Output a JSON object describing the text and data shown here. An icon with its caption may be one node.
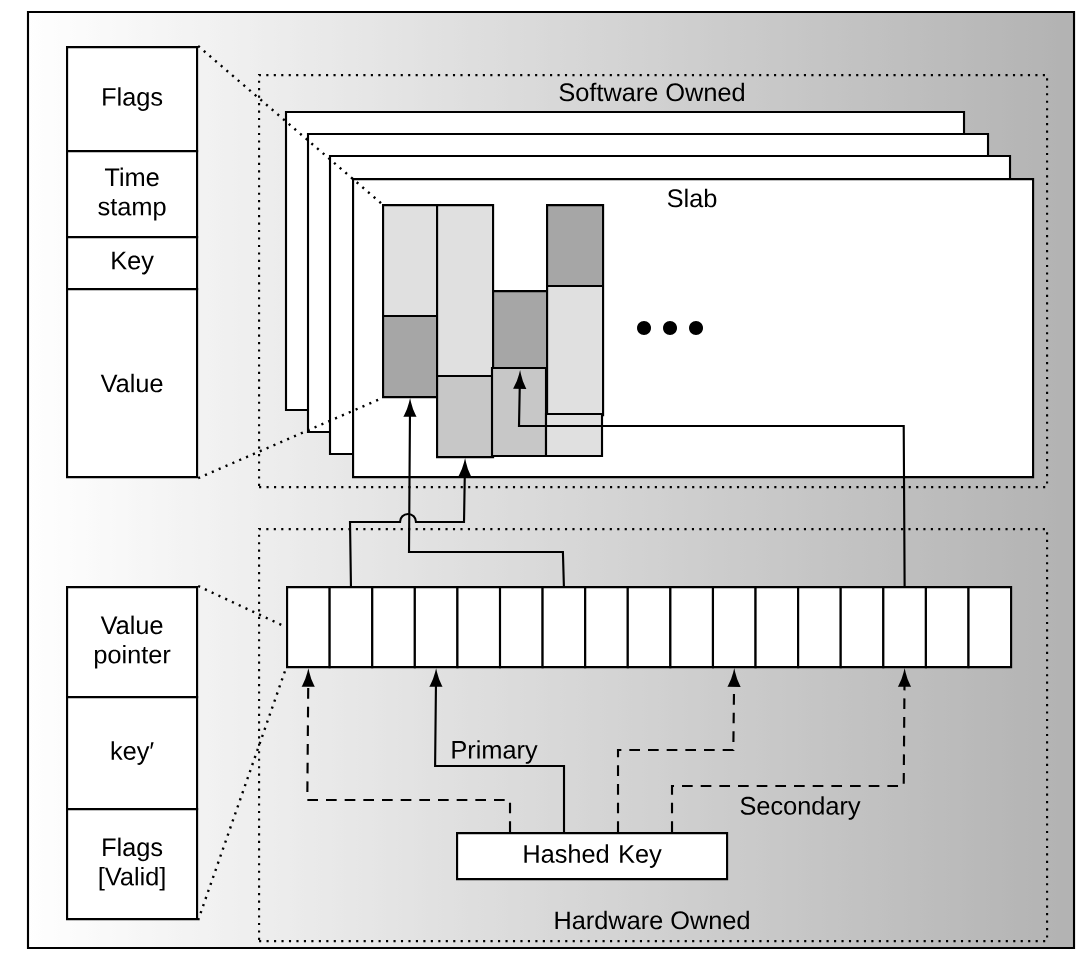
{
  "diagram": {
    "nodes": [
      {
        "text": [
          "Flags"
        ]
      },
      {
        "text": [
          "Time stamp"
        ]
      },
      {
        "text": [
          "Key"
        ]
      },
      {
        "text": [
          "Value"
        ]
      },
      {
        "text": [
          "Software Owned"
        ]
      },
      {
        "text": [
          "Slab"
        ],
        "in": 4
      },
      {
        "text": [],
        "shape": "bar",
        "in": 5
      },
      {
        "text": [],
        "shape": "bar",
        "in": 5
      },
      {
        "text": [],
        "shape": "bar",
        "in": 5
      },
      {
        "text": [],
        "shape": "bar",
        "in": 5
      },
      {
        "text": [
          "Value pointer"
        ]
      },
      {
        "text": [
          "key′"
        ]
      },
      {
        "text": [
          "Flags [Valid]"
        ]
      },
      {
        "text": [
          "Hardware Owned"
        ]
      },
      {
        "text": [],
        "shape": "box",
        "in": 13
      },
      {
        "text": [],
        "shape": "box",
        "in": 13
      },
      {
        "text": [],
        "shape": "box",
        "in": 13
      },
      {
        "text": [],
        "shape": "box",
        "in": 13
      },
      {
        "text": [],
        "shape": "box",
        "in": 13
      },
      {
        "text": [],
        "shape": "box",
        "in": 13
      },
      {
        "text": [],
        "shape": "box",
        "in": 13
      },
      {
        "text": [],
        "shape": "box",
        "in": 13
      },
      {
        "text": [],
        "shape": "box",
        "in": 13
      },
      {
        "text": [],
        "shape": "box",
        "in": 13
      },
      {
        "text": [],
        "shape": "box",
        "in": 13
      },
      {
        "text": [],
        "shape": "box",
        "in": 13
      },
      {
        "text": [],
        "shape": "box",
        "in": 13
      },
      {
        "text": [],
        "shape": "box",
        "in": 13
      },
      {
        "text": [],
        "shape": "box",
        "in": 13
      },
      {
        "text": [],
        "shape": "box",
        "in": 13
      },
      {
        "text": [],
        "shape": "box",
        "in": 13
      },
      {
        "text": [
          "Hashed Key"
        ],
        "in": 13
      }
    ],
    "edges": [
      {
        "from": 31,
        "to": 14,
        "arrow": "to",
        "style": "dashed"
      },
      {
        "from": 31,
        "to": 17,
        "arrow": "to",
        "label": "Primary"
      },
      {
        "from": 31,
        "to": 24,
        "arrow": "to",
        "style": "dashed"
      },
      {
        "from": 31,
        "to": 28,
        "arrow": "to",
        "style": "dashed",
        "label": "Secondary"
      },
      {
        "from": 15,
        "to": 7,
        "arrow": "to"
      },
      {
        "from": 20,
        "to": 6,
        "arrow": "to"
      },
      {
        "from": 28,
        "to": 8,
        "arrow": "to"
      },
      {
        "from": 0,
        "to": 6,
        "arrow": "none",
        "style": "dashed"
      },
      {
        "from": 3,
        "to": 6,
        "arrow": "none",
        "style": "dashed"
      },
      {
        "from": 10,
        "to": 14,
        "arrow": "none",
        "style": "dashed"
      },
      {
        "from": 12,
        "to": 14,
        "arrow": "none",
        "style": "dashed"
      }
    ]
  }
}
